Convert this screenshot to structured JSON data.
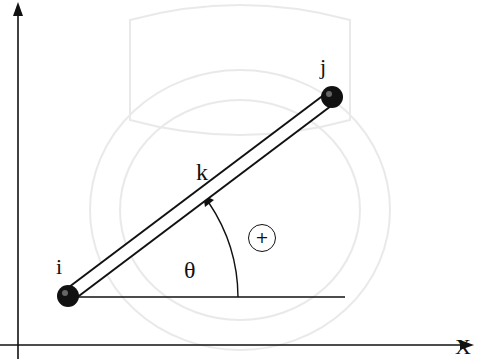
{
  "diagram": {
    "nodes": [
      {
        "text": [
          "+"
        ]
      }
    ],
    "labels": [
      "i",
      "j",
      "k",
      "θ",
      "X"
    ]
  }
}
